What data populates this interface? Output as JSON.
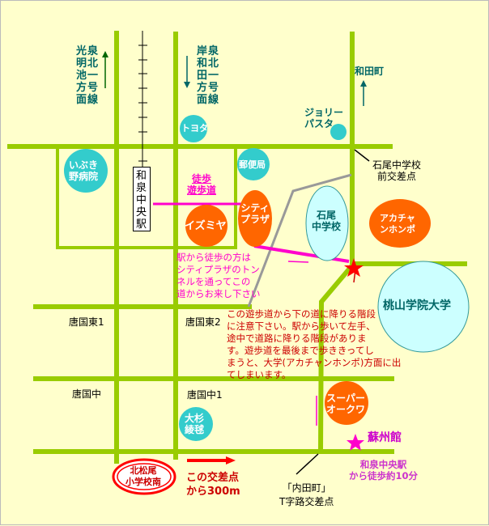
{
  "colors": {
    "road": "#99cc00",
    "orange": "#ff6600",
    "teal": "#33cccc",
    "light_blue": "#ccffff",
    "walkway": "#ff00cc",
    "background": "#ffffcc"
  },
  "route_labels": {
    "left_col1": "光明池方面",
    "left_col2": "泉北一号線",
    "right_col1": "岸和田方面",
    "right_col2": "泉北一号線",
    "wadacho": "和田町"
  },
  "station": "和泉中央駅",
  "landmarks": {
    "ibuki": [
      "いぶき",
      "野病院"
    ],
    "toyota": "トヨタ",
    "post": "郵便局",
    "jolly": [
      "ジョリー",
      "パスタ"
    ],
    "izumiya": "イズミヤ",
    "city_plaza": [
      "シティ",
      "プラザ"
    ],
    "ishio_school": [
      "石尾",
      "中学校"
    ],
    "akachan": [
      "アカチャ",
      "ンホンポ"
    ],
    "momoyama": "桃山学院大学",
    "okuwa": [
      "スーパー",
      "オークワ"
    ],
    "osugi": [
      "大杉",
      "綾毬"
    ],
    "soshukan": "蘇州館",
    "kitamatsuo": [
      "北松尾",
      "小学校南"
    ]
  },
  "walkway": [
    "徒歩",
    "遊歩道"
  ],
  "intersections": {
    "ishio": [
      "石尾中学校",
      "前交差点"
    ],
    "karakuni_higashi1": "唐国東1",
    "karakuni_higashi2": "唐国東2",
    "karakuni_naka": "唐国中",
    "karakuni_naka1": "唐国中1",
    "uchidacho": [
      "「内田町」",
      "T字路交差点"
    ]
  },
  "notes": {
    "tunnel": [
      "駅から徒歩の方は",
      "シティプラザのトン",
      "ネルを通ってこの",
      "道からお来し下さい"
    ],
    "stairs": [
      "この遊歩道から下の道に降りる階段",
      "に注意下さい。駅から歩いて左手、",
      "途中で道路に降りる階段がありま",
      "す。遊歩道を最後まで歩ききってし",
      "まうと、大学(アカチャンホンポ)方面に出",
      "てしまいます。"
    ],
    "distance": [
      "この交差点",
      "から300m"
    ],
    "walk_time": [
      "和泉中央駅",
      "から徒歩約10分"
    ]
  }
}
